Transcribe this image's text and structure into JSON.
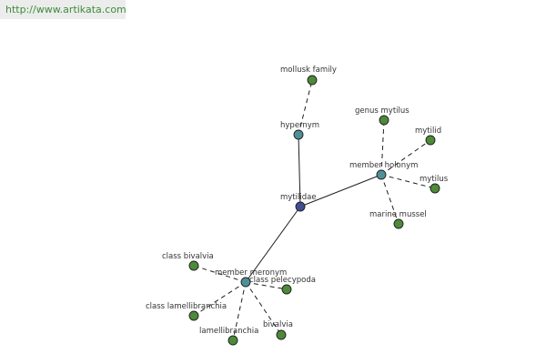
{
  "source": {
    "url": "http://www.artikata.com"
  },
  "colors": {
    "center_node": "#3f4f8f",
    "relation_node": "#4f9098",
    "leaf_node": "#4d8a3a",
    "edge": "#1e1e1e"
  },
  "graph": {
    "center": {
      "label": "mytilidae"
    },
    "relations": [
      {
        "label": "hypernym",
        "leaves": [
          "mollusk family"
        ]
      },
      {
        "label": "member holonym",
        "leaves": [
          "genus mytilus",
          "mytilid",
          "mytilus",
          "marine mussel"
        ]
      },
      {
        "label": "member meronym",
        "leaves": [
          "class bivalvia",
          "class pelecypoda",
          "class lamellibranchia",
          "lamellibranchia",
          "bivalvia"
        ]
      }
    ]
  }
}
